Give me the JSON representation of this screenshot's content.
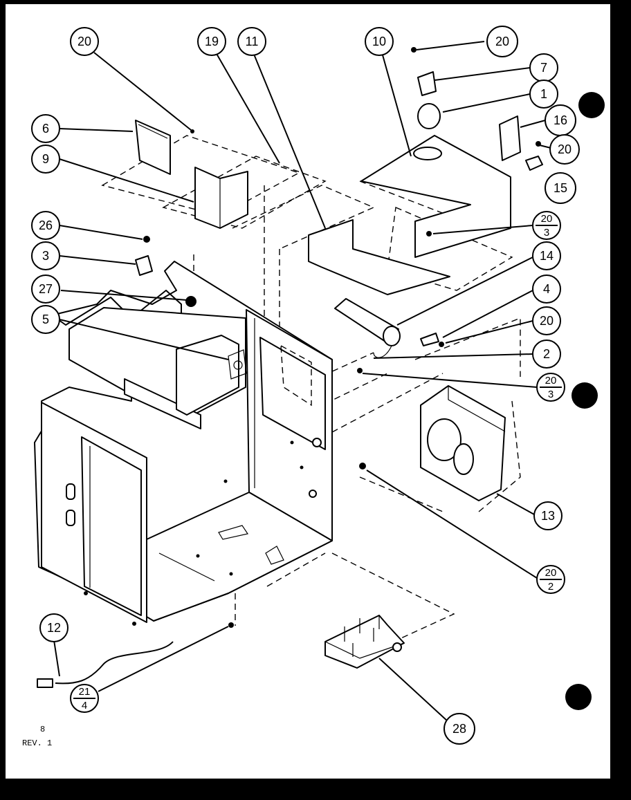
{
  "page": {
    "background": "#ffffff",
    "border": "#000000"
  },
  "callouts": [
    {
      "id": "c-20a",
      "label": "20"
    },
    {
      "id": "c-19",
      "label": "19"
    },
    {
      "id": "c-11",
      "label": "11"
    },
    {
      "id": "c-10",
      "label": "10"
    },
    {
      "id": "c-20b",
      "label": "20"
    },
    {
      "id": "c-7",
      "label": "7"
    },
    {
      "id": "c-1",
      "label": "1"
    },
    {
      "id": "c-16",
      "label": "16"
    },
    {
      "id": "c-20c",
      "label": "20"
    },
    {
      "id": "c-15",
      "label": "15"
    },
    {
      "id": "c-6",
      "label": "6"
    },
    {
      "id": "c-9",
      "label": "9"
    },
    {
      "id": "c-26",
      "label": "26"
    },
    {
      "id": "c-3",
      "label": "3"
    },
    {
      "id": "c-27",
      "label": "27"
    },
    {
      "id": "c-5",
      "label": "5"
    },
    {
      "id": "c-14",
      "label": "14"
    },
    {
      "id": "c-4",
      "label": "4"
    },
    {
      "id": "c-20d",
      "label": "20"
    },
    {
      "id": "c-2",
      "label": "2"
    },
    {
      "id": "c-13",
      "label": "13"
    },
    {
      "id": "c-12",
      "label": "12"
    },
    {
      "id": "c-28",
      "label": "28"
    }
  ],
  "fractions": [
    {
      "id": "f-20-3a",
      "num": "20",
      "den": "3"
    },
    {
      "id": "f-20-3b",
      "num": "20",
      "den": "3"
    },
    {
      "id": "f-20-2",
      "num": "20",
      "den": "2"
    },
    {
      "id": "f-21-4",
      "num": "21",
      "den": "4"
    }
  ],
  "footer": {
    "page_number": "8",
    "revision": "REV. 1"
  }
}
